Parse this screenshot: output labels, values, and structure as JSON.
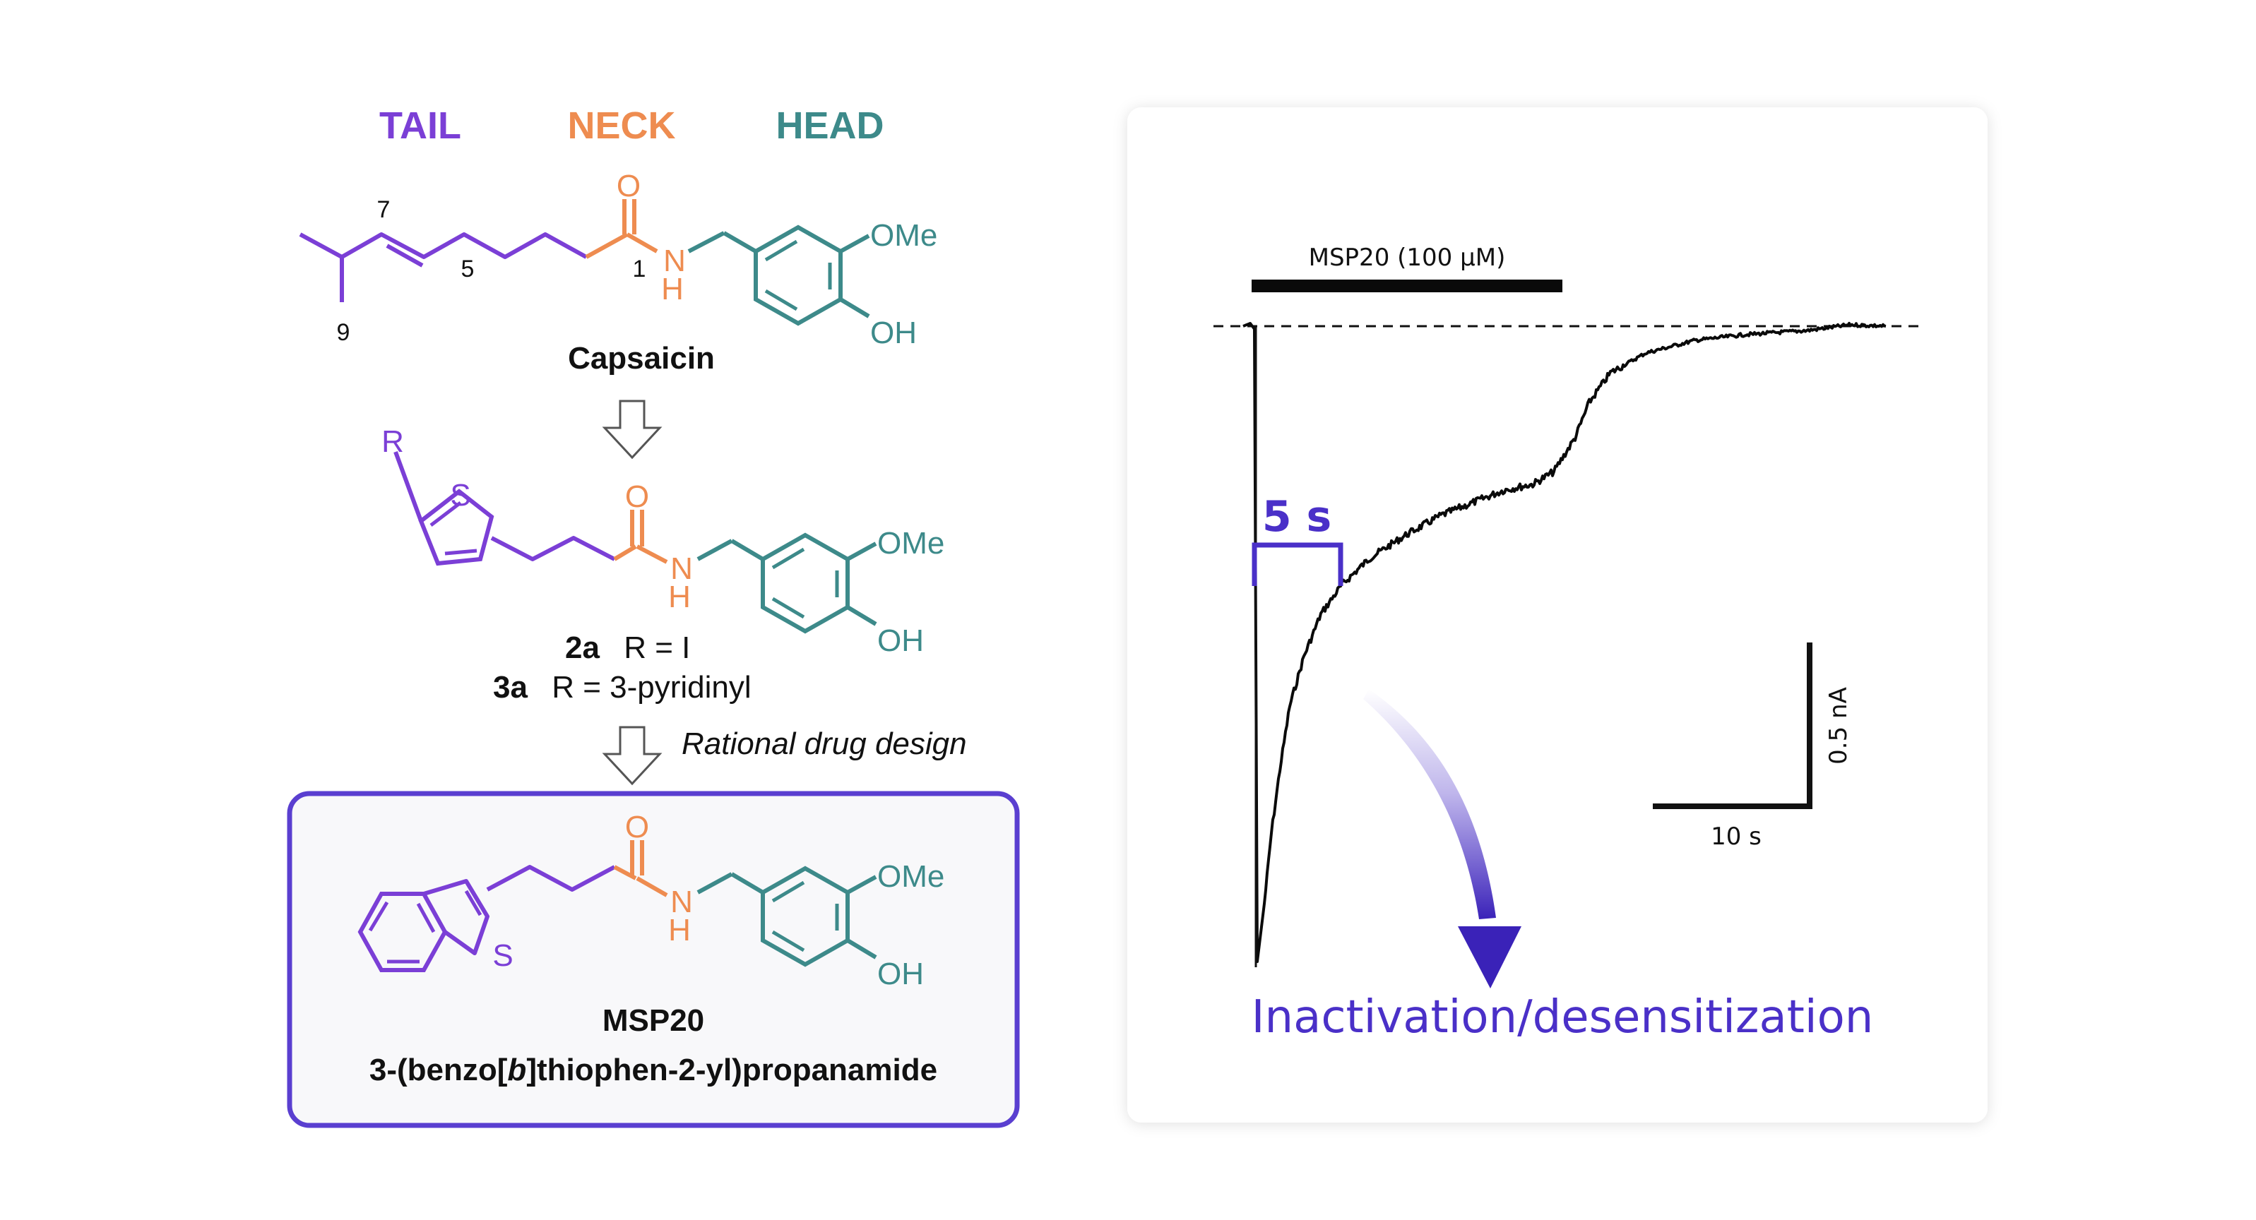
{
  "regions": {
    "tail": "TAIL",
    "neck": "NECK",
    "head": "HEAD"
  },
  "colors": {
    "tail": "#7b3fd6",
    "neck": "#ee8c50",
    "head": "#3d8a8a",
    "accent": "#4a30c8"
  },
  "capsaicin": {
    "name": "Capsaicin",
    "carbon_numbers": [
      "7",
      "5",
      "1",
      "9"
    ],
    "atoms": {
      "o": "O",
      "n": "N",
      "h": "H",
      "ome": "OMe",
      "oh": "OH"
    }
  },
  "analogs": {
    "r_label": "R",
    "s_label": "S",
    "line1_id": "2a",
    "line1_text": "R = I",
    "line2_id": "3a",
    "line2_text": "R = 3-pyridinyl"
  },
  "design_label": "Rational drug design",
  "msp20": {
    "name": "MSP20",
    "iupac_pre": "3-(benzo[",
    "iupac_italic": "b",
    "iupac_post": "]thiophen-2-yl)propanamide"
  },
  "trace": {
    "stimulus_label": "MSP20 (100 µM)",
    "interval_label": "5 s",
    "scale_y": "0.5 nA",
    "scale_x": "10 s",
    "effect_label": "Inactivation/desensitization"
  }
}
